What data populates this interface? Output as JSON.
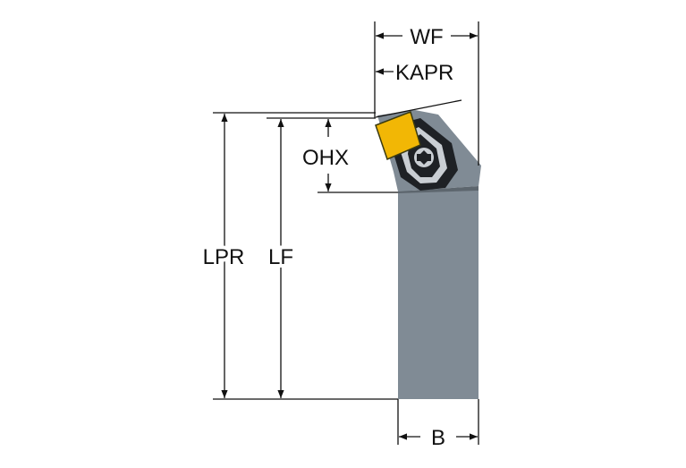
{
  "labels": {
    "wf": "WF",
    "kapr": "KAPR",
    "ohx": "OHX",
    "lpr": "LPR",
    "lf": "LF",
    "b": "B"
  },
  "colors": {
    "shank": "#808b95",
    "head": "#808b95",
    "insert": "#f2b705",
    "insert_outline": "#3a3a10",
    "clamp_dark": "#1e2125",
    "clamp_light": "#c9ced3",
    "line": "#111111"
  }
}
